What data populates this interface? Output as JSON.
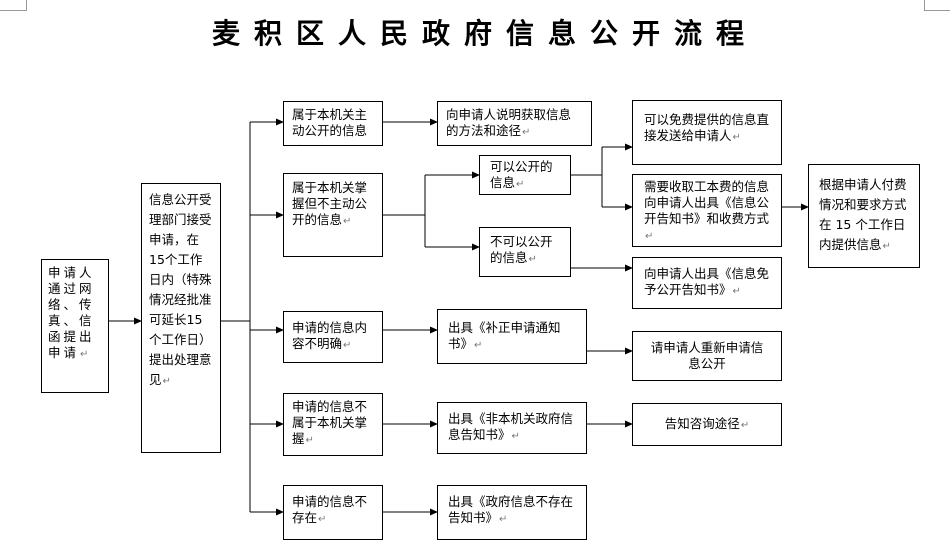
{
  "title": "麦积区人民政府信息公开流程",
  "return_mark": "↵",
  "boxes": {
    "applicant": "申请人通过网络、传真、信函提出申请",
    "dept": "信息公开受理部门接受申请，在15个工作日内（特殊情况经批准可延长15个工作日）提出处理意见",
    "active": "属于本机关主动公开的信息",
    "tell_method": "向申请人说明获取信息的方法和途径",
    "held": "属于本机关掌握但不主动公开的信息",
    "can_open": "可以公开的信息",
    "cannot_open": "不可以公开的信息",
    "free": "可以免费提供的信息直接发送给申请人",
    "fee": "需要收取工本费的信息向申请人出具《信息公开告知书》和收费方式",
    "pay": "根据申请人付费情况和要求方式在 15 个工作日内提供信息",
    "exempt": "向申请人出具《信息免予公开告知书》",
    "unclear": "申请的信息内容不明确",
    "correction": "出具《补正申请通知书》",
    "reapply": "请申请人重新申请信息公开",
    "not_held": "申请的信息不属于本机关掌握",
    "non_agency": "出具《非本机关政府信息告知书》",
    "consult": "告知咨询途径",
    "not_exist": "申请的信息不存在",
    "nonexist_notice": "出具《政府信息不存在告知书》"
  }
}
